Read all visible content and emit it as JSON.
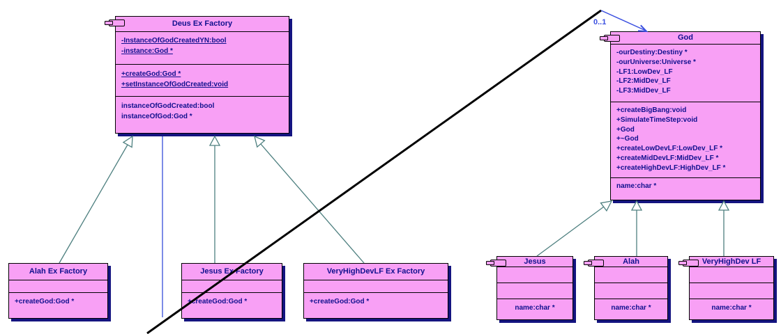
{
  "diagram_title": "Deus Ex Factory / God UML class diagram",
  "colors": {
    "box_fill": "#F8A0F5",
    "box_border": "#000000",
    "box_shadow": "#141480",
    "text": "#10108E",
    "inheritance_line": "#4D7F7F",
    "association_arrow": "#3A4FE0",
    "association_line": "#5B6EE1",
    "selected_segment": "#000000"
  },
  "association": {
    "multiplicity": "0..1"
  },
  "icons": {
    "class_decoration": "class-icon"
  },
  "classes": {
    "deus": {
      "title": "Deus Ex Factory",
      "attributes": [
        "-InstanceOfGodCreatedYN:bool",
        "-instance:God *"
      ],
      "methods": [
        "+createGod:God *",
        "+setInstanceOfGodCreated:void"
      ],
      "extras": [
        "instanceOfGodCreated:bool",
        "instanceOfGod:God *"
      ]
    },
    "god": {
      "title": "God",
      "attributes": [
        "-ourDestiny:Destiny *",
        "-ourUniverse:Universe *",
        "-LF1:LowDev_LF",
        "-LF2:MidDev_LF",
        "-LF3:MidDev_LF"
      ],
      "methods": [
        "+createBigBang:void",
        "+SimulateTimeStep:void",
        "+God",
        "+~God",
        "+createLowDevLF:LowDev_LF *",
        "+createMidDevLF:MidDev_LF *",
        "+createHighDevLF:HighDev_LF *"
      ],
      "extras": [
        "name:char *"
      ]
    },
    "alah_factory": {
      "title": "Alah Ex Factory",
      "methods": [
        "+createGod:God *"
      ]
    },
    "jesus_factory": {
      "title": "Jesus Ex Factory",
      "methods": [
        "+createGod:God *"
      ]
    },
    "vhdlf_factory": {
      "title": "VeryHighDevLF Ex Factory",
      "methods": [
        "+createGod:God *"
      ]
    },
    "jesus": {
      "title": "Jesus",
      "extras": [
        "name:char *"
      ]
    },
    "alah": {
      "title": "Alah",
      "extras": [
        "name:char *"
      ]
    },
    "vhdlf": {
      "title": "VeryHighDev LF",
      "extras": [
        "name:char *"
      ]
    }
  }
}
